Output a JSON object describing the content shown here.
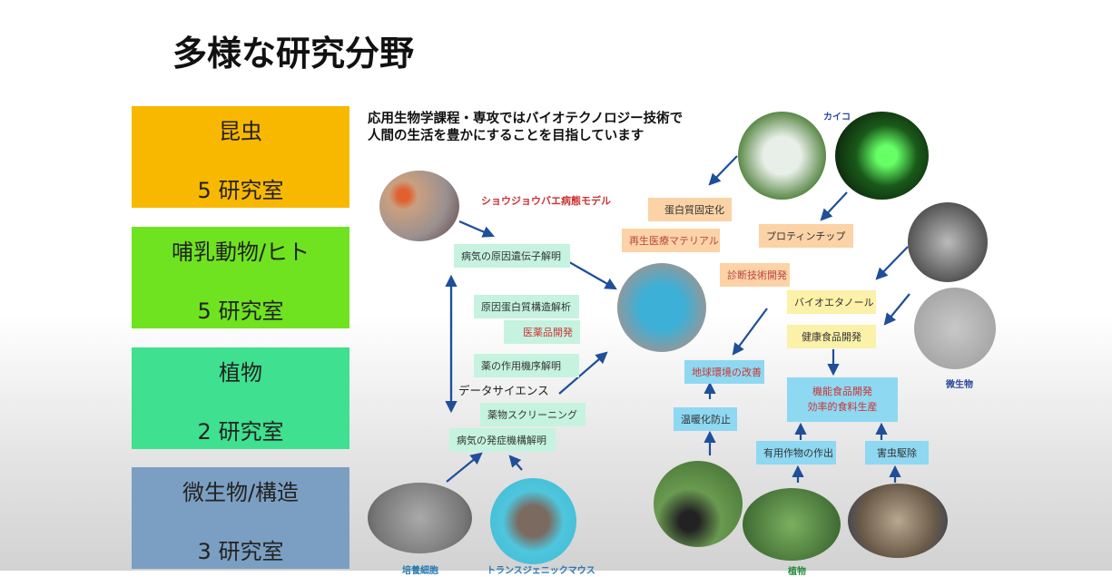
{
  "title": "多様な研究分野",
  "categories": [
    {
      "name": "昆虫",
      "count": "5 研究室",
      "color": "#f9b800"
    },
    {
      "name": "哺乳動物/ヒト",
      "count": "5 研究室",
      "color": "#6fe31f"
    },
    {
      "name": "植物",
      "count": "2 研究室",
      "color": "#3fe08f"
    },
    {
      "name": "微生物/構造",
      "count": "3 研究室",
      "color": "#7b9fc2"
    }
  ],
  "intro": {
    "line1": "応用生物学課程・専攻ではバイオテクノロジー技術で",
    "line2": "人間の生活を豊かにすることを目指しています"
  },
  "labels": {
    "silkworm": "カイコ",
    "fly_model": "ショウジョウバエ病態モデル",
    "microbe": "微生物",
    "cultured_cells": "培養細胞",
    "transgenic_mouse": "トランスジェニックマウス",
    "plant": "植物"
  },
  "boxes": {
    "disease_gene": "病気の原因遺伝子解明",
    "protein_structure": "原因蛋白質構造解析",
    "drug_dev": "医薬品開発",
    "drug_mechanism": "薬の作用機序解明",
    "data_science": "データサイエンス",
    "drug_screening": "薬物スクリーニング",
    "disease_onset": "病気の発症機構解明",
    "protein_immobilization": "蛋白質固定化",
    "regenerative_material": "再生医療マテリアル",
    "diagnostic_tech": "診断技術開発",
    "protein_chip": "プロティンチップ",
    "bioethanol": "バイオエタノール",
    "health_food": "健康食品開発",
    "environment": "地球環境の改善",
    "warming": "温暖化防止",
    "functional_food_1": "機能食品開発",
    "functional_food_2": "効率的食料生産",
    "useful_crops": "有用作物の作出",
    "pest_control": "害虫駆除"
  }
}
